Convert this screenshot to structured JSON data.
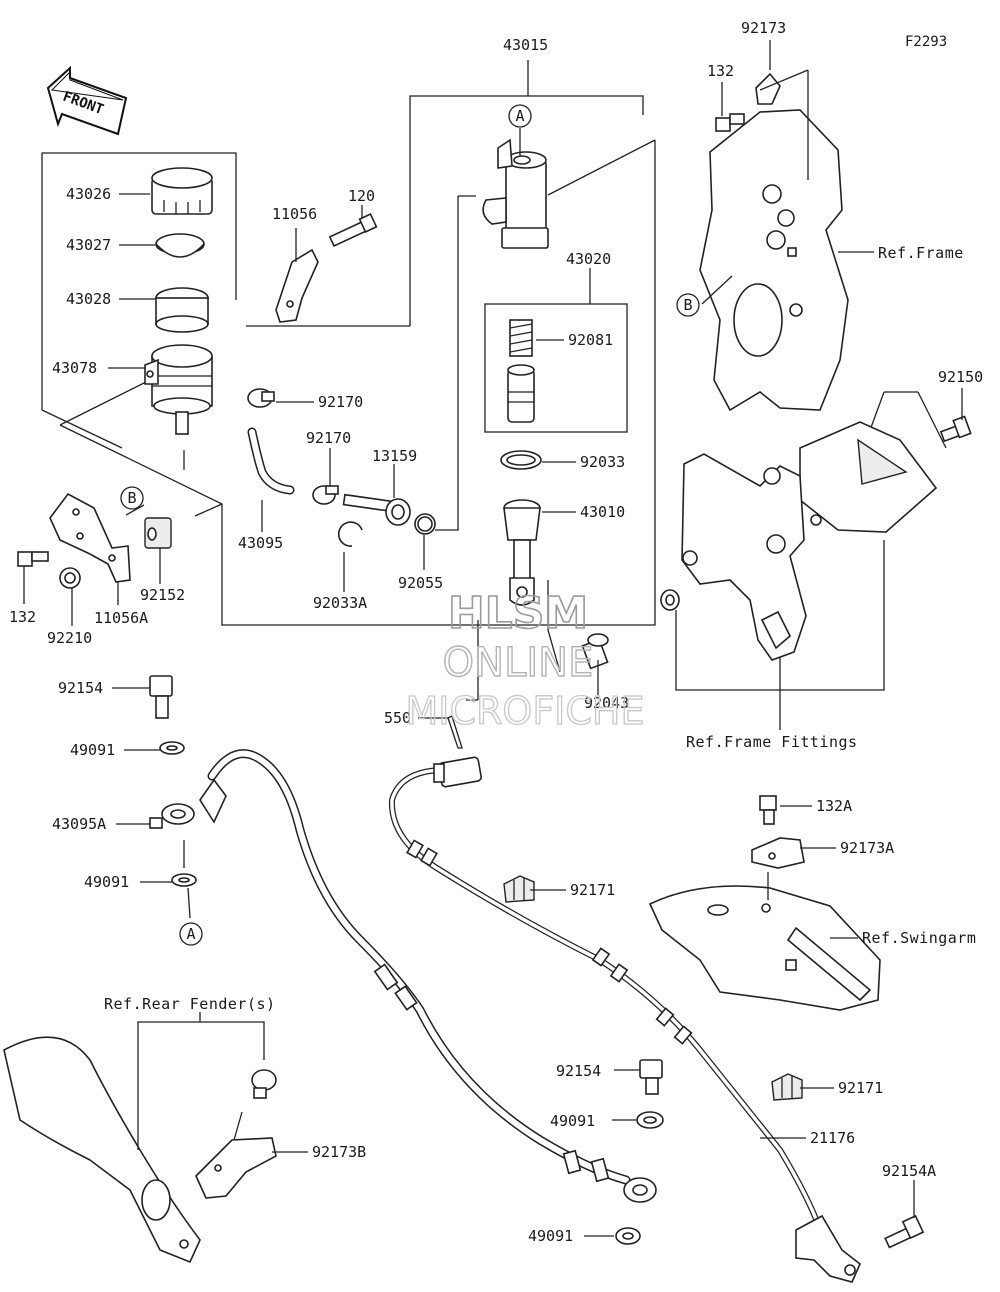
{
  "figure_code": "F2293",
  "front_label": "FRONT",
  "watermark": {
    "line1": "HLSM",
    "line2": "ONLINE",
    "line3": "MICROFICHE"
  },
  "circle_refs": {
    "a_top": "A",
    "a_bottom": "A",
    "b_left": "B",
    "b_frame": "B"
  },
  "part_labels": {
    "p43015": "43015",
    "p92173": "92173",
    "p132_top": "132",
    "p43026": "43026",
    "p43027": "43027",
    "p43028": "43028",
    "p43078": "43078",
    "p11056": "11056",
    "p120": "120",
    "p43020": "43020",
    "p92081": "92081",
    "p92170_a": "92170",
    "p92170_b": "92170",
    "p13159": "13159",
    "p43095": "43095",
    "p92033": "92033",
    "p43010": "43010",
    "p92055": "92055",
    "p92033A": "92033A",
    "p92152": "92152",
    "p132_left": "132",
    "p11056A": "11056A",
    "p92210": "92210",
    "p92150": "92150",
    "p92154_a": "92154",
    "p49091_a": "49091",
    "p43095A": "43095A",
    "p49091_b": "49091",
    "p550": "550",
    "p92043": "92043",
    "p132A": "132A",
    "p92173A": "92173A",
    "p92171_a": "92171",
    "p92154_b": "92154",
    "p49091_c": "49091",
    "p92171_b": "92171",
    "p21176": "21176",
    "p92154A": "92154A",
    "p49091_d": "49091",
    "p92173B": "92173B"
  },
  "ref_labels": {
    "frame": "Ref.Frame",
    "frame_fittings": "Ref.Frame Fittings",
    "swingarm": "Ref.Swingarm",
    "rear_fender": "Ref.Rear Fender(s)"
  }
}
